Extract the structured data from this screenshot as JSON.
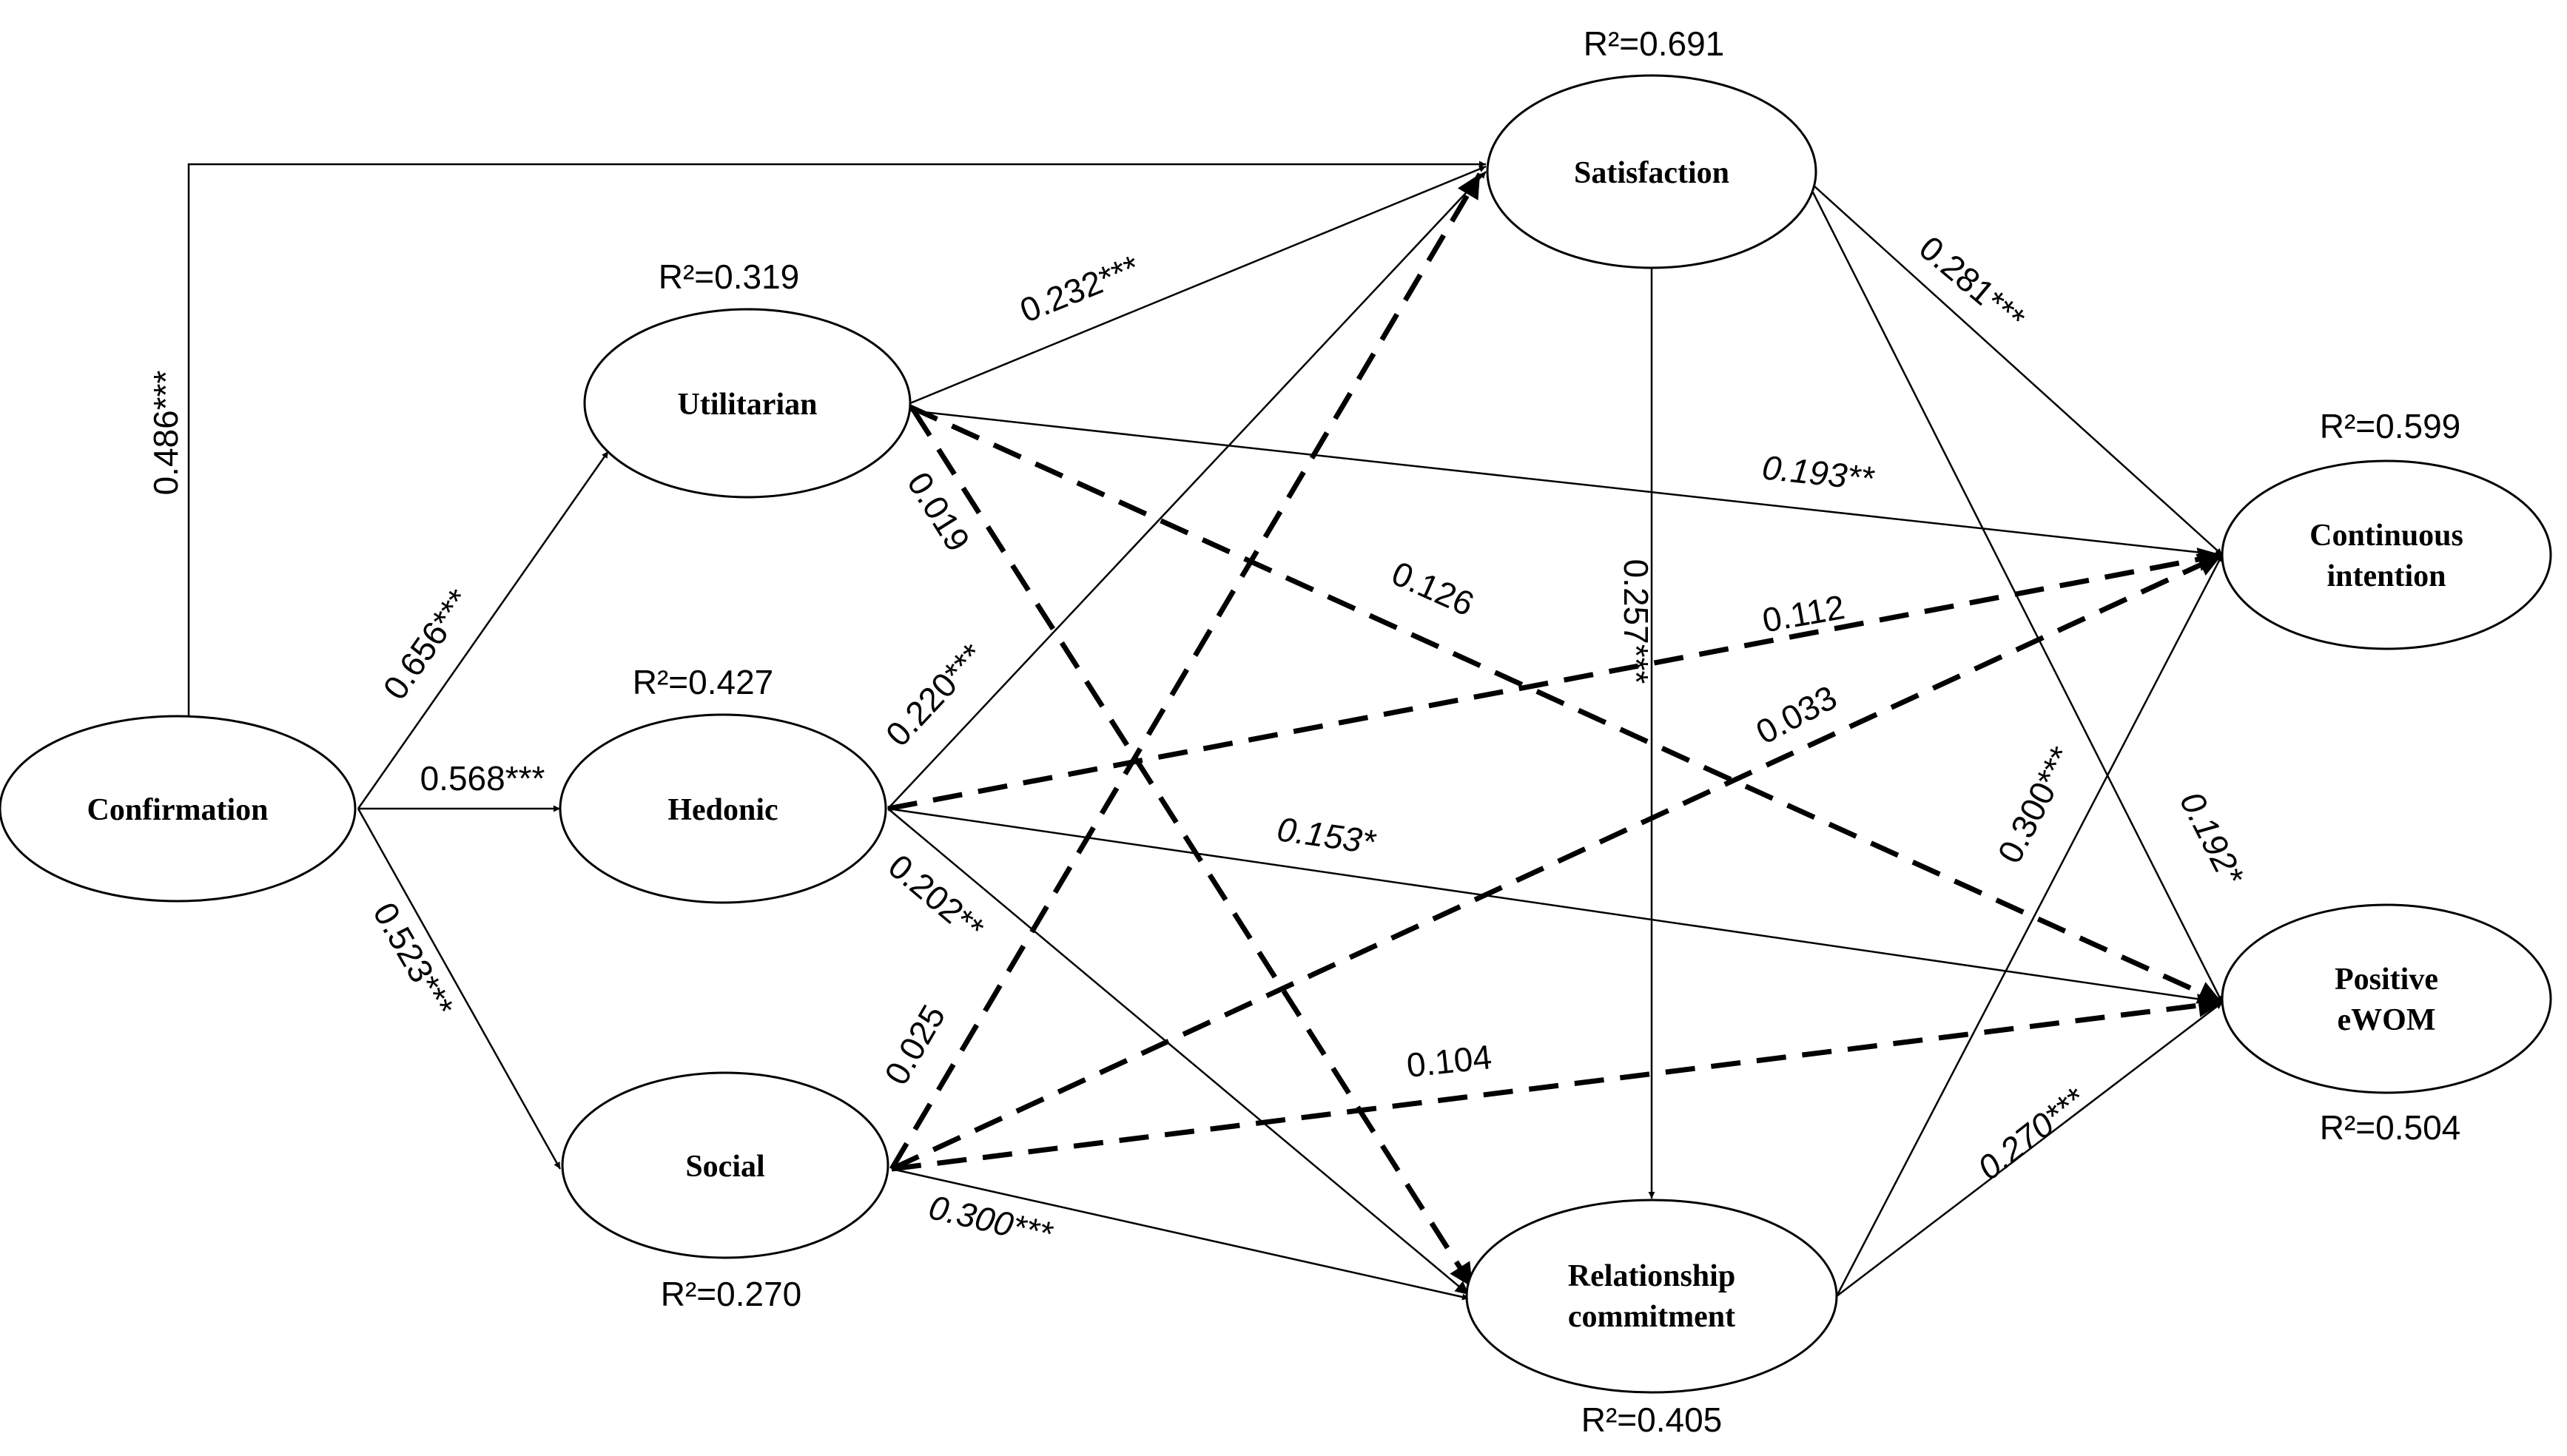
{
  "nodes": {
    "confirmation": {
      "label": [
        "Confirmation"
      ],
      "r2": ""
    },
    "utilitarian": {
      "label": [
        "Utilitarian"
      ],
      "r2": "R²=0.319"
    },
    "hedonic": {
      "label": [
        "Hedonic"
      ],
      "r2": "R²=0.427"
    },
    "social": {
      "label": [
        "Social"
      ],
      "r2": "R²=0.270"
    },
    "satisfaction": {
      "label": [
        "Satisfaction"
      ],
      "r2": "R²=0.691"
    },
    "relationship": {
      "label": [
        "Relationship",
        "commitment"
      ],
      "r2": "R²=0.405"
    },
    "continuous": {
      "label": [
        "Continuous",
        "intention"
      ],
      "r2": "R²=0.599"
    },
    "ewom": {
      "label": [
        "Positive",
        "eWOM"
      ],
      "r2": "R²=0.504"
    }
  },
  "edges": [
    {
      "id": "conf-sat",
      "from": "confirmation",
      "to": "satisfaction",
      "coef": "0.486***",
      "significant": true
    },
    {
      "id": "conf-util",
      "from": "confirmation",
      "to": "utilitarian",
      "coef": "0.656***",
      "significant": true
    },
    {
      "id": "conf-hed",
      "from": "confirmation",
      "to": "hedonic",
      "coef": "0.568***",
      "significant": true
    },
    {
      "id": "conf-soc",
      "from": "confirmation",
      "to": "social",
      "coef": "0.523***",
      "significant": true
    },
    {
      "id": "util-sat",
      "from": "utilitarian",
      "to": "satisfaction",
      "coef": "0.232***",
      "significant": true
    },
    {
      "id": "util-ci",
      "from": "utilitarian",
      "to": "continuous",
      "coef": "0.193**",
      "significant": true
    },
    {
      "id": "util-rc",
      "from": "utilitarian",
      "to": "relationship",
      "coef": "0.019",
      "significant": false
    },
    {
      "id": "util-ewom",
      "from": "utilitarian",
      "to": "ewom",
      "coef": "0.126",
      "significant": false
    },
    {
      "id": "hed-sat",
      "from": "hedonic",
      "to": "satisfaction",
      "coef": "0.220***",
      "significant": true
    },
    {
      "id": "hed-ci",
      "from": "hedonic",
      "to": "continuous",
      "coef": "0.112",
      "significant": false
    },
    {
      "id": "hed-ewom",
      "from": "hedonic",
      "to": "ewom",
      "coef": "0.153*",
      "significant": true
    },
    {
      "id": "hed-rc",
      "from": "hedonic",
      "to": "relationship",
      "coef": "0.202**",
      "significant": true
    },
    {
      "id": "soc-sat",
      "from": "social",
      "to": "satisfaction",
      "coef": "0.025",
      "significant": false
    },
    {
      "id": "soc-ci",
      "from": "social",
      "to": "continuous",
      "coef": "0.033",
      "significant": false
    },
    {
      "id": "soc-ewom",
      "from": "social",
      "to": "ewom",
      "coef": "0.104",
      "significant": false
    },
    {
      "id": "soc-rc",
      "from": "social",
      "to": "relationship",
      "coef": "0.300***",
      "significant": true
    },
    {
      "id": "sat-ci",
      "from": "satisfaction",
      "to": "continuous",
      "coef": "0.281***",
      "significant": true
    },
    {
      "id": "sat-rc",
      "from": "satisfaction",
      "to": "relationship",
      "coef": "0.257***",
      "significant": true
    },
    {
      "id": "sat-ewom",
      "from": "satisfaction",
      "to": "ewom",
      "coef": "0.192*",
      "significant": true
    },
    {
      "id": "rc-ci",
      "from": "relationship",
      "to": "continuous",
      "coef": "0.300***",
      "significant": true
    },
    {
      "id": "rc-ewom",
      "from": "relationship",
      "to": "ewom",
      "coef": "0.270***",
      "significant": true
    }
  ]
}
